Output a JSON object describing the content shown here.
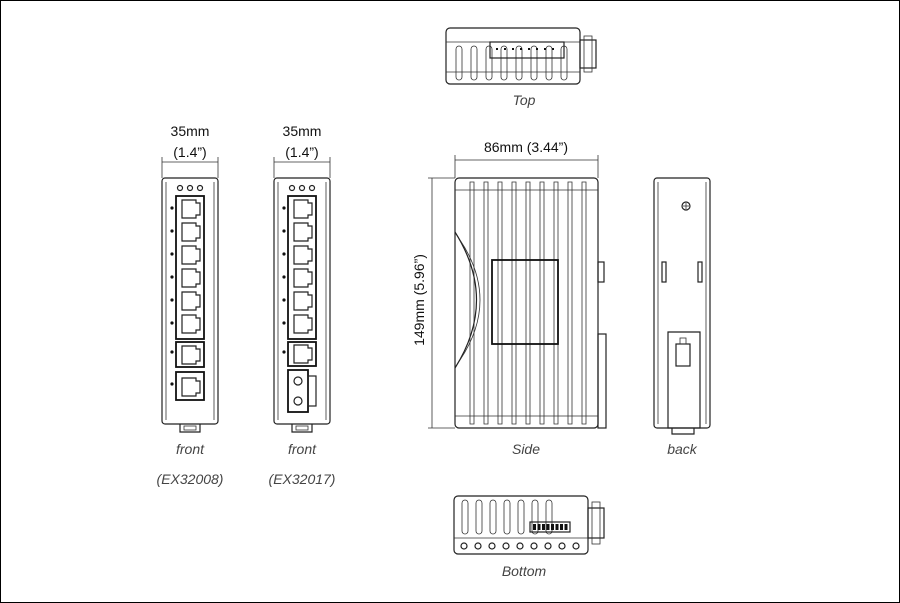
{
  "views": {
    "top": {
      "caption": "Top"
    },
    "side": {
      "caption": "Side",
      "width_label": "86mm (3.44”)",
      "height_label": "149mm (5.96”)"
    },
    "back": {
      "caption": "back"
    },
    "bottom": {
      "caption": "Bottom"
    },
    "front_8port": {
      "caption": "front",
      "model": "(EX32008)",
      "width_label": "35mm",
      "width_inch": "(1.4”)"
    },
    "front_7port": {
      "caption": "front",
      "model": "(EX32017)",
      "width_label": "35mm",
      "width_inch": "(1.4”)"
    }
  }
}
